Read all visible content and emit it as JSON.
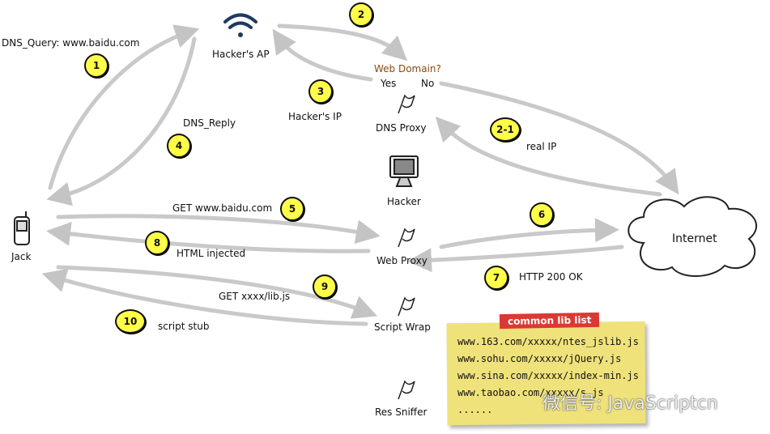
{
  "nodes": {
    "hackers_ap": "Hacker's AP",
    "web_domain": "Web Domain?",
    "yes": "Yes",
    "no": "No",
    "dns_proxy": "DNS Proxy",
    "hacker": "Hacker",
    "jack": "Jack",
    "web_proxy": "Web Proxy",
    "internet": "Internet",
    "script_wrap": "Script Wrap",
    "res_sniffer": "Res Sniffer"
  },
  "edges": {
    "dns_query": "DNS_Query: www.baidu.com",
    "dns_reply": "DNS_Reply",
    "hackers_ip": "Hacker's IP",
    "real_ip": "real IP",
    "get_baidu": "GET www.baidu.com",
    "html_injected": "HTML injected",
    "http_200": "HTTP 200 OK",
    "get_lib": "GET xxxx/lib.js",
    "script_stub": "script stub"
  },
  "steps": [
    "1",
    "2",
    "3",
    "4",
    "2-1",
    "5",
    "6",
    "7",
    "8",
    "9",
    "10"
  ],
  "lib_list": {
    "title": "common lib list",
    "items": [
      "www.163.com/xxxxx/ntes_jslib.js",
      "www.sohu.com/xxxxx/jQuery.js",
      "www.sina.com/xxxxx/index-min.js",
      "www.taobao.com/xxxxx/s.js",
      "......"
    ]
  },
  "watermark": "微信号: JavaScriptcn",
  "colors": {
    "arrow": "#c9c9c9",
    "step_fill": "#ffff4a",
    "question": "#8a4a10",
    "tag": "#d93a34",
    "note": "#efe27a"
  }
}
